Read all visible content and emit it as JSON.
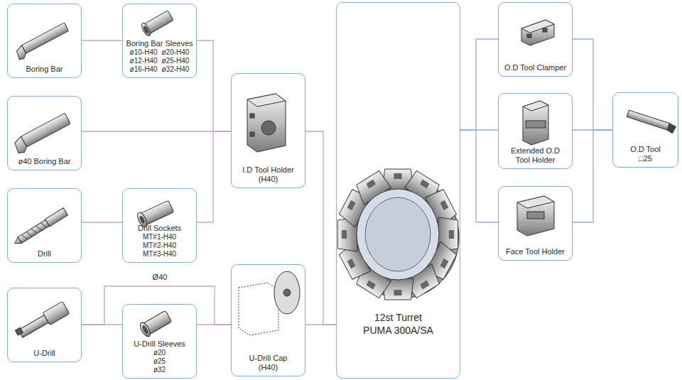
{
  "diagram": {
    "nodes": [
      {
        "text": [
          "Boring Bar"
        ]
      },
      {
        "text": [
          "Boring Bar Sleeves",
          "ø10-H40",
          "ø20-H40",
          "ø12-H40",
          "ø25-H40",
          "ø16-H40",
          "ø32-H40"
        ]
      },
      {
        "text": [
          "ø40 Boring Bar"
        ]
      },
      {
        "text": [
          "I.D Tool Holder (H40)"
        ]
      },
      {
        "text": [
          "Drill"
        ]
      },
      {
        "text": [
          "Drill Sockets",
          "MT#1-H40",
          "MT#2-H40",
          "MT#3-H40"
        ]
      },
      {
        "text": [
          "U-Drill"
        ]
      },
      {
        "text": [
          "U-Drill Sleeves",
          "ø20",
          "ø25",
          "ø32"
        ]
      },
      {
        "text": [
          "U-Drill Cap (H40)"
        ]
      },
      {
        "text": [
          "12st Turret",
          "PUMA 300A/SA"
        ]
      },
      {
        "text": [
          "O.D Tool Clamper"
        ]
      },
      {
        "text": [
          "Extended O.D Tool Holder"
        ]
      },
      {
        "text": [
          "Face Tool Holder"
        ]
      },
      {
        "text": [
          "O.D Tool □25"
        ]
      }
    ],
    "edges": [
      {
        "from": 0,
        "to": 1,
        "arrow": "none"
      },
      {
        "from": 1,
        "to": 3,
        "arrow": "none"
      },
      {
        "from": 2,
        "to": 3,
        "arrow": "none"
      },
      {
        "from": 4,
        "to": 5,
        "arrow": "none"
      },
      {
        "from": 5,
        "to": 3,
        "arrow": "none"
      },
      {
        "from": 6,
        "to": 7,
        "arrow": "none"
      },
      {
        "from": 6,
        "to": 8,
        "label": "Ø40",
        "arrow": "none"
      },
      {
        "from": 7,
        "to": 8,
        "arrow": "none"
      },
      {
        "from": 3,
        "to": 9,
        "arrow": "none"
      },
      {
        "from": 8,
        "to": 9,
        "arrow": "none"
      },
      {
        "from": 9,
        "to": 10,
        "arrow": "none"
      },
      {
        "from": 9,
        "to": 11,
        "arrow": "none"
      },
      {
        "from": 9,
        "to": 12,
        "arrow": "none"
      },
      {
        "from": 10,
        "to": 13,
        "arrow": "none"
      },
      {
        "from": 11,
        "to": 13,
        "arrow": "none"
      },
      {
        "from": 12,
        "to": 13,
        "arrow": "none"
      }
    ]
  }
}
